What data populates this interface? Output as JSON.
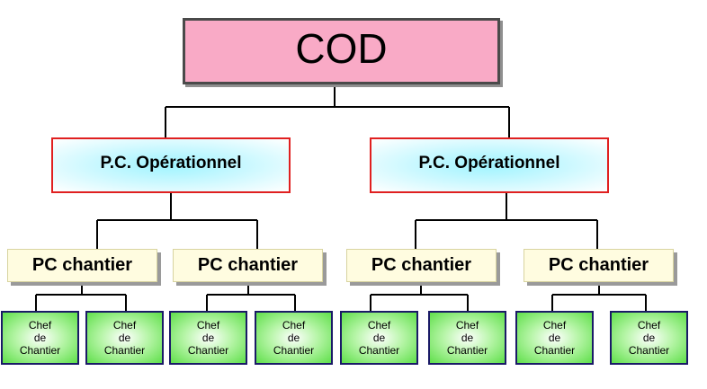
{
  "root": {
    "label": "COD"
  },
  "operational": [
    {
      "label": "P.C. Opérationnel"
    },
    {
      "label": "P.C. Opérationnel"
    }
  ],
  "sites": [
    {
      "label": "PC chantier"
    },
    {
      "label": "PC chantier"
    },
    {
      "label": "PC chantier"
    },
    {
      "label": "PC chantier"
    }
  ],
  "chefs": [
    {
      "label": "Chef\nde\nChantier"
    },
    {
      "label": "Chef\nde\nChantier"
    },
    {
      "label": "Chef\nde\nChantier"
    },
    {
      "label": "Chef\nde\nChantier"
    },
    {
      "label": "Chef\nde\nChantier"
    },
    {
      "label": "Chef\nde\nChantier"
    },
    {
      "label": "Chef\nde\nChantier"
    },
    {
      "label": "Chef\nde\nChantier"
    }
  ],
  "colors": {
    "root_fill": "#f9aac6",
    "operational_border": "#e02020",
    "operational_fill": "#9ff4ff",
    "site_fill": "#fffce0",
    "chef_fill": "#5fdf4a",
    "chef_border": "#1a1a66"
  }
}
